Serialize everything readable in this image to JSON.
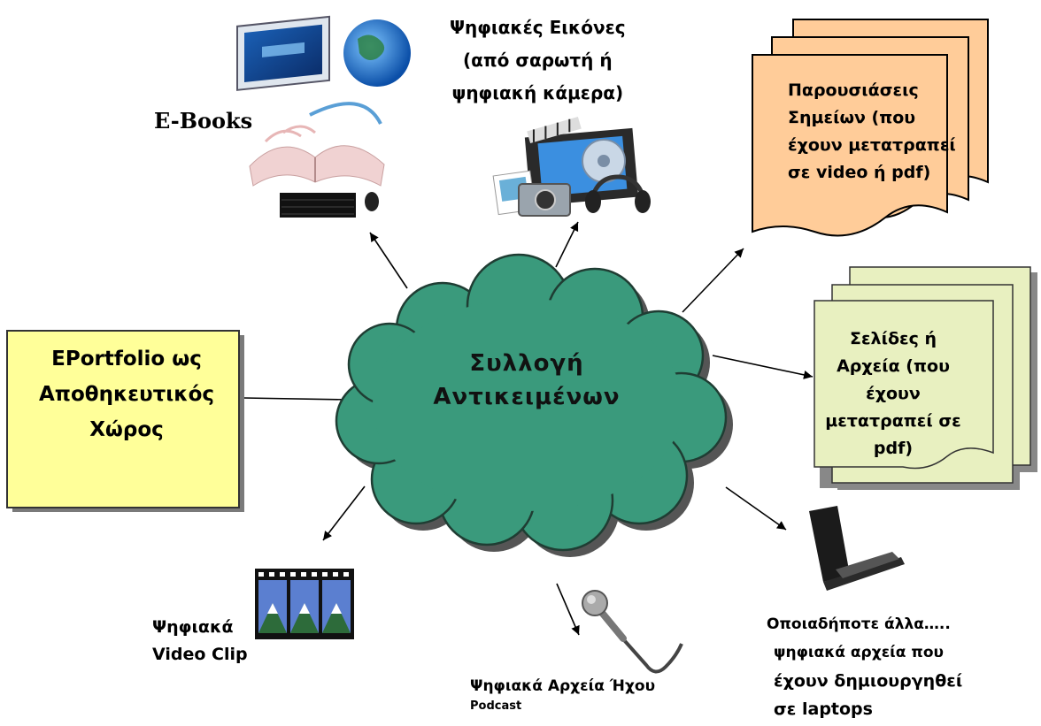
{
  "center": {
    "lines": [
      "Συλλογή",
      "Αντικειμένων"
    ]
  },
  "storage": {
    "lines": [
      "EPortfolio ως",
      "Αποθηκευτικός",
      "Χώρος"
    ]
  },
  "ebooks": {
    "label": "E-Books"
  },
  "images": {
    "lines": [
      "Ψηφιακές Εικόνες",
      "(από σαρωτή ή",
      "ψηφιακή κάμερα)"
    ]
  },
  "presentations": {
    "lines": [
      "Παρουσιάσεις",
      "Σημείων (που",
      "έχουν μετατραπεί",
      "σε video ή pdf)"
    ]
  },
  "pages": {
    "lines": [
      "Σελίδες ή",
      "Αρχεία (που",
      "έχουν",
      "μετατραπεί σε",
      "pdf)"
    ]
  },
  "video": {
    "lines": [
      "Ψηφιακά",
      "Video Clip"
    ]
  },
  "podcast": {
    "lines": [
      "Ψηφιακά Αρχεία Ήχου",
      "Podcast"
    ]
  },
  "others": {
    "lines": [
      "Οποιαδήποτε άλλα…..",
      "ψηφιακά αρχεία που",
      "έχουν δημιουργηθεί",
      "σε laptops"
    ]
  },
  "icons": [
    "computer-ebook-icon",
    "multimedia-camera-icon",
    "film-strip-icon",
    "microphone-icon",
    "laptop-icon"
  ],
  "colors": {
    "cloud": "#3a9a7c",
    "storage_box": "#ffff99",
    "presentation_doc": "#ffcc99",
    "pages_doc": "#e8f0c0"
  }
}
